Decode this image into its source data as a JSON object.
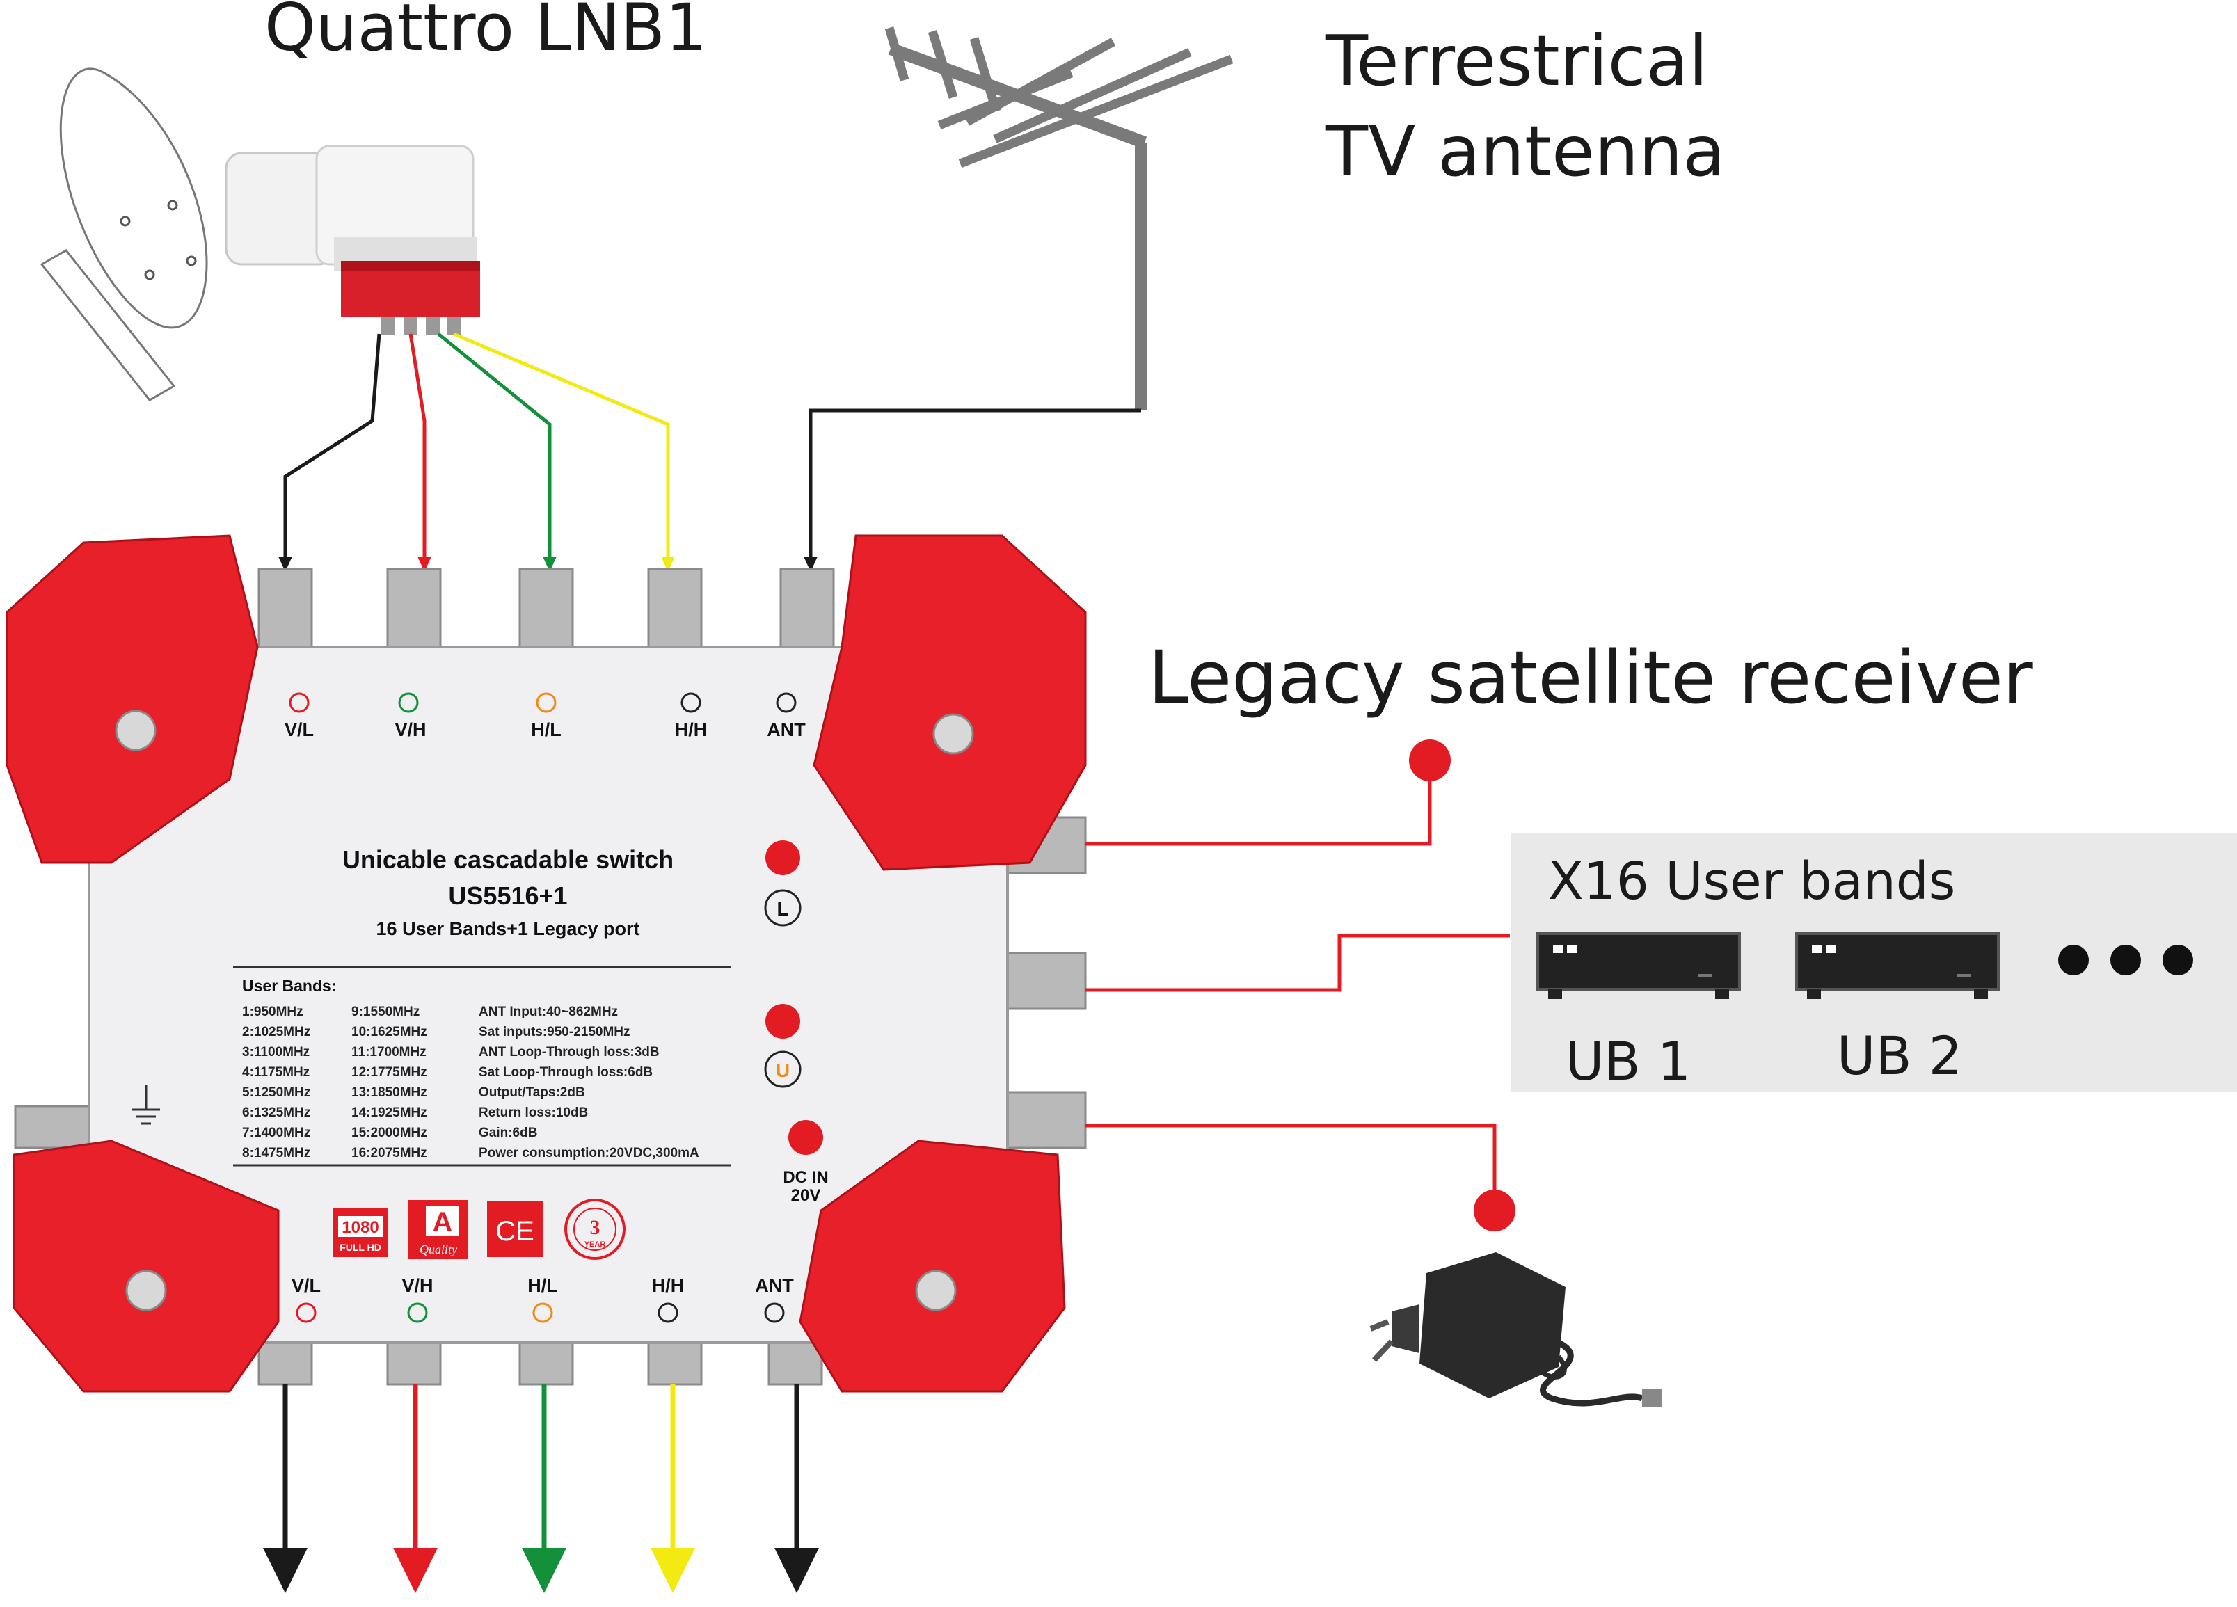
{
  "labels": {
    "lnb": "Quattro LNB1",
    "antenna_line1": "Terrestrical",
    "antenna_line2": "TV antenna",
    "legacy": "Legacy satellite receiver",
    "user_bands_title": "X16 User bands",
    "ub1": "UB 1",
    "ub2": "UB 2"
  },
  "colors": {
    "switch_red": "#e8202a",
    "vl": "#e31b23",
    "vh": "#12913a",
    "hl": "#f08a1c",
    "hh": "#222222",
    "ant": "#222222",
    "yellow_wire": "#f2ea10",
    "panel": "#e9e9e9"
  },
  "switch": {
    "inputs": [
      "V/L",
      "V/H",
      "H/L",
      "H/H",
      "ANT"
    ],
    "outputs": [
      "V/L",
      "V/H",
      "H/L",
      "H/H",
      "ANT"
    ],
    "title": "Unicable cascadable switch",
    "model": "US5516+1",
    "subtitle": "16 User Bands+1 Legacy port",
    "bands_header": "User Bands:",
    "bands_col1": [
      "1:950MHz",
      "2:1025MHz",
      "3:1100MHz",
      "4:1175MHz",
      "5:1250MHz",
      "6:1325MHz",
      "7:1400MHz",
      "8:1475MHz"
    ],
    "bands_col2": [
      "9:1550MHz",
      "10:1625MHz",
      "11:1700MHz",
      "12:1775MHz",
      "13:1850MHz",
      "14:1925MHz",
      "15:2000MHz",
      "16:2075MHz"
    ],
    "specs": [
      "ANT Input:40~862MHz",
      "Sat inputs:950-2150MHz",
      "ANT Loop-Through loss:3dB",
      "Sat Loop-Through loss:6dB",
      "Output/Taps:2dB",
      "Return loss:10dB",
      "Gain:6dB",
      "Power consumption:20VDC,300mA"
    ],
    "port_l": "L",
    "port_u": "U",
    "dc_in_line1": "DC IN",
    "dc_in_line2": "20V",
    "badge_1080_top": "1080",
    "badge_1080_bottom": "FULL HD",
    "badge_class": "A",
    "badge_quality": "Quality",
    "badge_ce": "CE",
    "badge_year": "3",
    "badge_year_label": "YEAR"
  }
}
